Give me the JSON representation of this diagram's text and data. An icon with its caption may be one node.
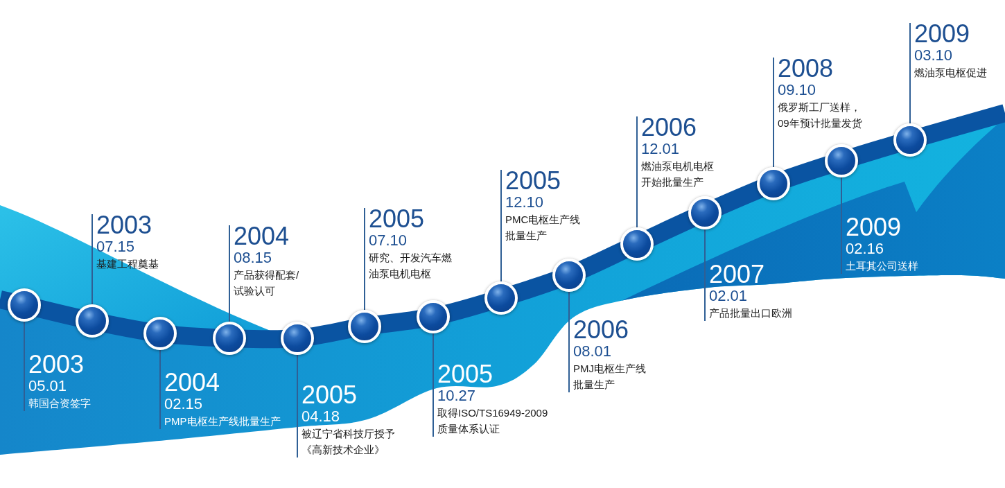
{
  "diagram": {
    "nodes": [
      {
        "text": [
          "2003",
          "05.01",
          "韩国合资签字"
        ]
      },
      {
        "text": [],
        "shape": "circle"
      },
      {
        "text": [
          "2003",
          "07.15",
          "基建工程奠基"
        ]
      },
      {
        "text": [],
        "shape": "circle"
      },
      {
        "text": [
          "2004",
          "02.15",
          "PMP电枢生产线批量生产"
        ]
      },
      {
        "text": [],
        "shape": "circle"
      },
      {
        "text": [
          "2004",
          "08.15",
          "产品获得配套/试验认可"
        ]
      },
      {
        "text": [],
        "shape": "circle"
      },
      {
        "text": [
          "2005",
          "04.18",
          "被辽宁省科技厅授予《高新技术企业》"
        ]
      },
      {
        "text": [],
        "shape": "circle"
      },
      {
        "text": [
          "2005",
          "07.10",
          "研究、开发汽车燃油泵电机电枢"
        ]
      },
      {
        "text": [],
        "shape": "circle"
      },
      {
        "text": [
          "2005",
          "10.27",
          "取得ISO/TS16949-2009质量体系认证"
        ]
      },
      {
        "text": [],
        "shape": "circle"
      },
      {
        "text": [
          "2005",
          "12.10",
          "PMC电枢生产线批量生产"
        ]
      },
      {
        "text": [],
        "shape": "circle"
      },
      {
        "text": [
          "2006",
          "08.01",
          "PMJ电枢生产线批量生产"
        ]
      },
      {
        "text": [],
        "shape": "circle"
      },
      {
        "text": [
          "2006",
          "12.01",
          "燃油泵电机电枢开始批量生产"
        ]
      },
      {
        "text": [],
        "shape": "circle"
      },
      {
        "text": [
          "2007",
          "02.01",
          "产品批量出口欧洲"
        ]
      },
      {
        "text": [],
        "shape": "circle"
      },
      {
        "text": [
          "2008",
          "09.10",
          "俄罗斯工厂送样，09年预计批量发货"
        ]
      },
      {
        "text": [],
        "shape": "circle"
      },
      {
        "text": [
          "2009",
          "02.16",
          "土耳其公司送样"
        ]
      },
      {
        "text": [],
        "shape": "circle"
      },
      {
        "text": [
          "2009",
          "03.10",
          "燃油泵电枢促进"
        ]
      },
      {
        "text": [],
        "shape": "circle"
      }
    ],
    "edges": [
      {
        "from": 0,
        "to": 1,
        "arrow": "none"
      },
      {
        "from": 2,
        "to": 3,
        "arrow": "none"
      },
      {
        "from": 4,
        "to": 5,
        "arrow": "none"
      },
      {
        "from": 6,
        "to": 7,
        "arrow": "none"
      },
      {
        "from": 8,
        "to": 9,
        "arrow": "none"
      },
      {
        "from": 10,
        "to": 11,
        "arrow": "none"
      },
      {
        "from": 12,
        "to": 13,
        "arrow": "none"
      },
      {
        "from": 14,
        "to": 15,
        "arrow": "none"
      },
      {
        "from": 16,
        "to": 17,
        "arrow": "none"
      },
      {
        "from": 18,
        "to": 19,
        "arrow": "none"
      },
      {
        "from": 20,
        "to": 21,
        "arrow": "none"
      },
      {
        "from": 22,
        "to": 23,
        "arrow": "none"
      },
      {
        "from": 24,
        "to": 25,
        "arrow": "none"
      },
      {
        "from": 26,
        "to": 27,
        "arrow": "none"
      }
    ]
  }
}
